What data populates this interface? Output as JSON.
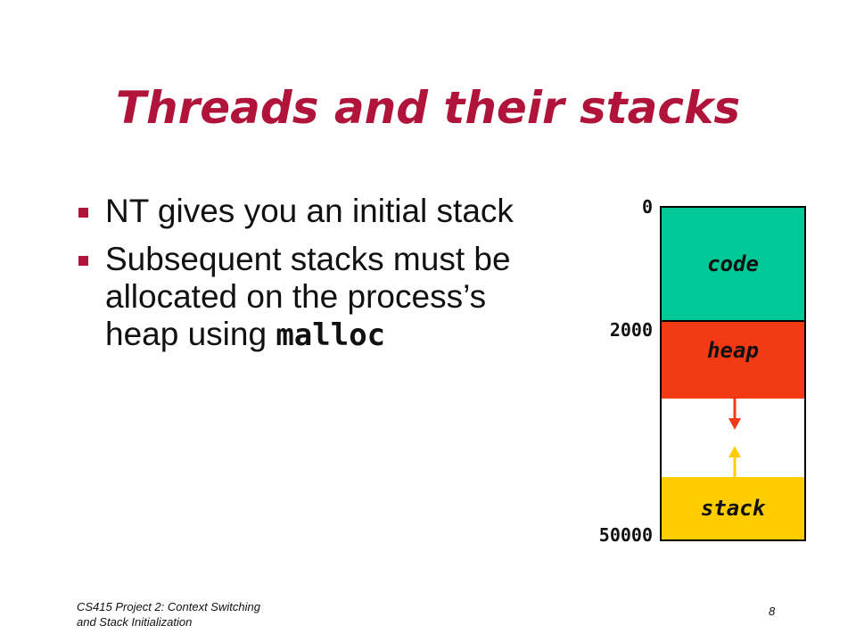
{
  "slide": {
    "title": "Threads and their stacks",
    "bullets": [
      {
        "text": "NT gives you an initial stack",
        "code": ""
      },
      {
        "text": "Subsequent stacks must be allocated on the process’s heap using ",
        "code": "malloc"
      }
    ]
  },
  "diagram": {
    "segments": {
      "code": "code",
      "heap": "heap",
      "stack": "stack"
    },
    "addresses": {
      "start": "0",
      "heap_start": "2000",
      "end": "50000"
    },
    "colors": {
      "code": "#00c896",
      "heap": "#f23b14",
      "stack": "#ffcc00",
      "heap_arrow": "#f23b14",
      "stack_arrow": "#ffcc00"
    }
  },
  "footer": {
    "line1": "CS415 Project 2: Context Switching",
    "line2": "and Stack Initialization",
    "page_number": "8"
  }
}
